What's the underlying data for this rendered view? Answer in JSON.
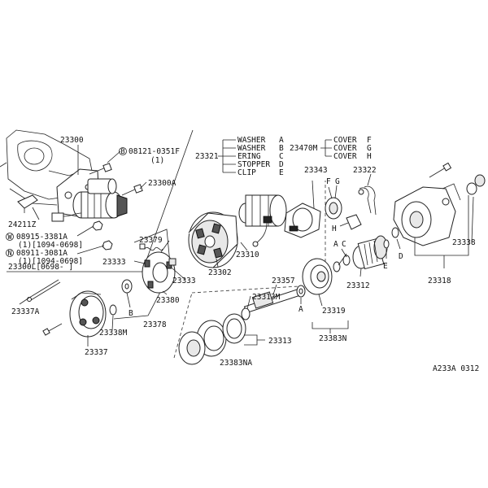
{
  "labels": {
    "p23300": "23300",
    "p08121": "08121-0351F",
    "p08121_qty": "(1)",
    "p23300A": "23300A",
    "p24211Z": "24211Z",
    "p08915": "08915-3381A",
    "p08915_qty": "(1)[1094-0698]",
    "p08911": "08911-3081A",
    "p08911_qty": "(1)[1094-0698]",
    "p23300L": "23300L[0698-   ]",
    "p23337A": "23337A",
    "p23337": "23337",
    "p23338M": "23338M",
    "pB_left": "B",
    "p23379": "23379",
    "p23333a": "23333",
    "p23333b": "23333",
    "p23380": "23380",
    "p23378": "23378",
    "p23302": "23302",
    "p23310": "23310",
    "p23343": "23343",
    "pF": "F",
    "pG": "G",
    "p23322": "23322",
    "pH": "H",
    "p23357": "23357",
    "p23313M": "23313M",
    "pA_mid": "A",
    "p23319": "23319",
    "p23313": "23313",
    "p23383N": "23383N",
    "p23383NA": "23383NA",
    "pA_right": "A",
    "pC": "C",
    "p23312": "23312",
    "pE": "E",
    "pD": "D",
    "p23318": "23318",
    "p23338": "23338",
    "footer_code": "A233A 0312"
  },
  "circle_marks": {
    "b": "B",
    "w": "W",
    "n": "N"
  },
  "legend_23321": {
    "part": "23321",
    "items": [
      {
        "name": "WASHER",
        "code": "A"
      },
      {
        "name": "WASHER",
        "code": "B"
      },
      {
        "name": "ERING",
        "code": "C"
      },
      {
        "name": "STOPPER",
        "code": "D"
      },
      {
        "name": "CLIP",
        "code": "E"
      }
    ]
  },
  "legend_23470M": {
    "part": "23470M",
    "items": [
      {
        "name": "COVER",
        "code": "F"
      },
      {
        "name": "COVER",
        "code": "G"
      },
      {
        "name": "COVER",
        "code": "H"
      }
    ]
  }
}
